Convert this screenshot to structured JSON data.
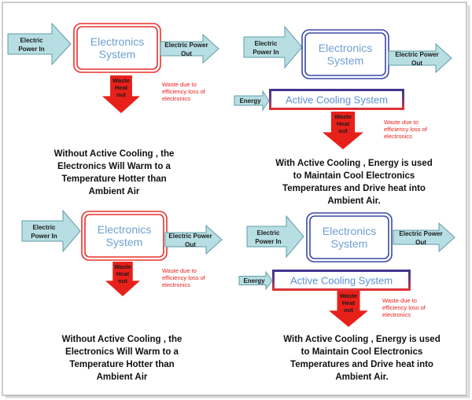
{
  "colors": {
    "arrow_fill": "#b7dee3",
    "arrow_stroke": "#5f9ea6",
    "system_red": "#e8322c",
    "system_blue": "#3a49a8",
    "system_text": "#6f9fd1",
    "heat_red": "#e8201a",
    "cooling_bar_text": "#5b8fd0",
    "cooling_bar_bottom": "#e8322c",
    "cooling_bar_top": "#3a3590",
    "waste_label": "#e8201a"
  },
  "panels": [
    {
      "mode": "without_cooling",
      "input_label": [
        "Electric",
        "Power In"
      ],
      "system_label": [
        "Electronics",
        "System"
      ],
      "output_label": [
        "Electric Power",
        "Out"
      ],
      "heat_label": [
        "Waste",
        "Heat",
        "out"
      ],
      "waste_label": [
        "Waste due to",
        "efficiency loss of",
        "electronics"
      ],
      "caption": [
        "Without Active Cooling , the",
        "Electronics Will Warm to a",
        "Temperature Hotter than",
        "Ambient Air"
      ]
    },
    {
      "mode": "with_cooling",
      "input_label": [
        "Electric",
        "Power In"
      ],
      "system_label": [
        "Electronics",
        "System"
      ],
      "output_label": [
        "Electric Power",
        "Out"
      ],
      "energy_label": "Energy",
      "cooling_label": "Active Cooling System",
      "heat_label": [
        "Waste",
        "Heat",
        "out"
      ],
      "waste_label": [
        "Waste due to",
        "efficiency loss of",
        "electronics"
      ],
      "caption": [
        "With Active Cooling , Energy is used",
        "to Maintain Cool Electronics",
        "Temperatures and Drive heat into",
        "Ambient Air."
      ]
    },
    {
      "mode": "without_cooling",
      "input_label": [
        "Electric",
        "Power In"
      ],
      "system_label": [
        "Electronics",
        "System"
      ],
      "output_label": [
        "Electric Power",
        "Out"
      ],
      "heat_label": [
        "Waste",
        "Heat",
        "out"
      ],
      "waste_label": [
        "Waste due to",
        "efficiency loss of",
        "electronics"
      ],
      "caption": [
        "Without Active Cooling , the",
        "Electronics Will Warm to a",
        "Temperature Hotter than",
        "Ambient Air"
      ]
    },
    {
      "mode": "with_cooling",
      "input_label": [
        "Electric",
        "Power In"
      ],
      "system_label": [
        "Electronics",
        "System"
      ],
      "output_label": [
        "Electric Power",
        "Out"
      ],
      "energy_label": "Energy",
      "cooling_label": "Active Cooling System",
      "heat_label": [
        "Waste",
        "Heat",
        "out"
      ],
      "waste_label": [
        "Waste due to",
        "efficiency loss of",
        "electronics"
      ],
      "caption": [
        "With Active Cooling , Energy is used",
        "to Maintain Cool Electronics",
        "Temperatures and Drive heat into",
        "Ambient Air."
      ]
    }
  ]
}
